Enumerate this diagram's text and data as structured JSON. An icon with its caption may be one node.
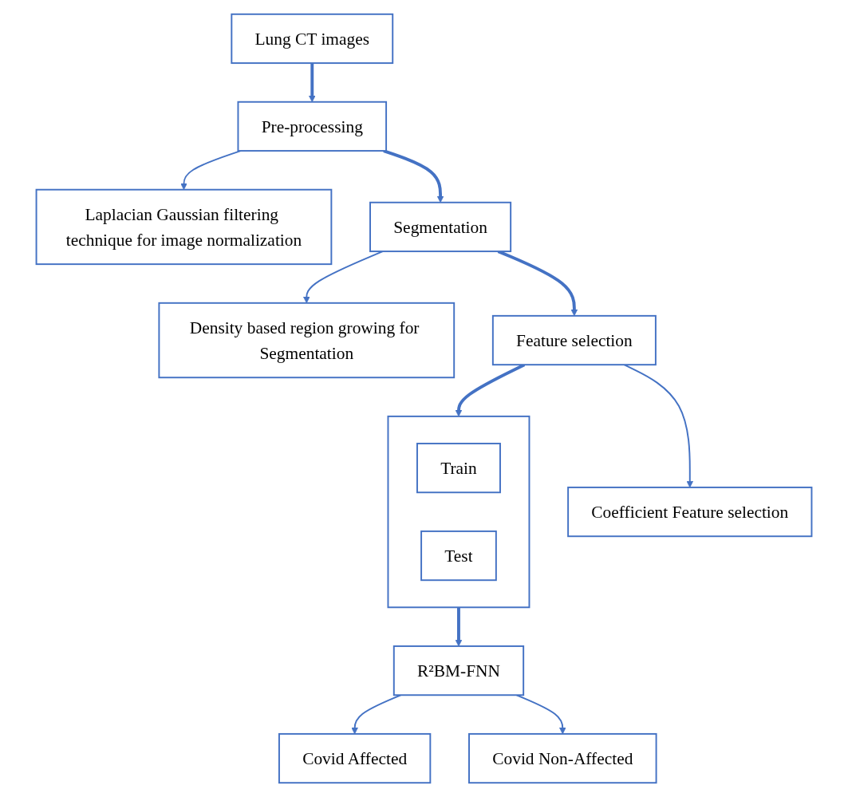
{
  "diagram": {
    "nodes": [
      {
        "text": [
          "Lung CT images"
        ]
      },
      {
        "text": [
          "Pre-processing"
        ]
      },
      {
        "text": [
          "Laplacian Gaussian filtering technique for image normalization"
        ]
      },
      {
        "text": [
          "Segmentation"
        ]
      },
      {
        "text": [
          "Density based region growing for Segmentation"
        ]
      },
      {
        "text": [
          "Feature selection"
        ]
      },
      {
        "text": [
          "Coefficient Feature selection"
        ]
      },
      {
        "text": [],
        "shape": "box"
      },
      {
        "text": [
          "Train"
        ],
        "in": 7
      },
      {
        "text": [
          "Test"
        ],
        "in": 7
      },
      {
        "text": [
          "R²BM-FNN"
        ]
      },
      {
        "text": [
          "Covid Affected"
        ]
      },
      {
        "text": [
          "Covid Non-Affected"
        ]
      }
    ],
    "edges": [
      {
        "from": 0,
        "to": 1,
        "arrow": "to",
        "style": "thick"
      },
      {
        "from": 1,
        "to": 2,
        "arrow": "to"
      },
      {
        "from": 1,
        "to": 3,
        "arrow": "to",
        "style": "thick"
      },
      {
        "from": 3,
        "to": 4,
        "arrow": "to"
      },
      {
        "from": 3,
        "to": 5,
        "arrow": "to",
        "style": "thick"
      },
      {
        "from": 5,
        "to": 6,
        "arrow": "to"
      },
      {
        "from": 5,
        "to": 7,
        "arrow": "to",
        "style": "thick"
      },
      {
        "from": 7,
        "to": 10,
        "arrow": "to",
        "style": "thick"
      },
      {
        "from": 10,
        "to": 11,
        "arrow": "to"
      },
      {
        "from": 10,
        "to": 12,
        "arrow": "to"
      }
    ]
  }
}
